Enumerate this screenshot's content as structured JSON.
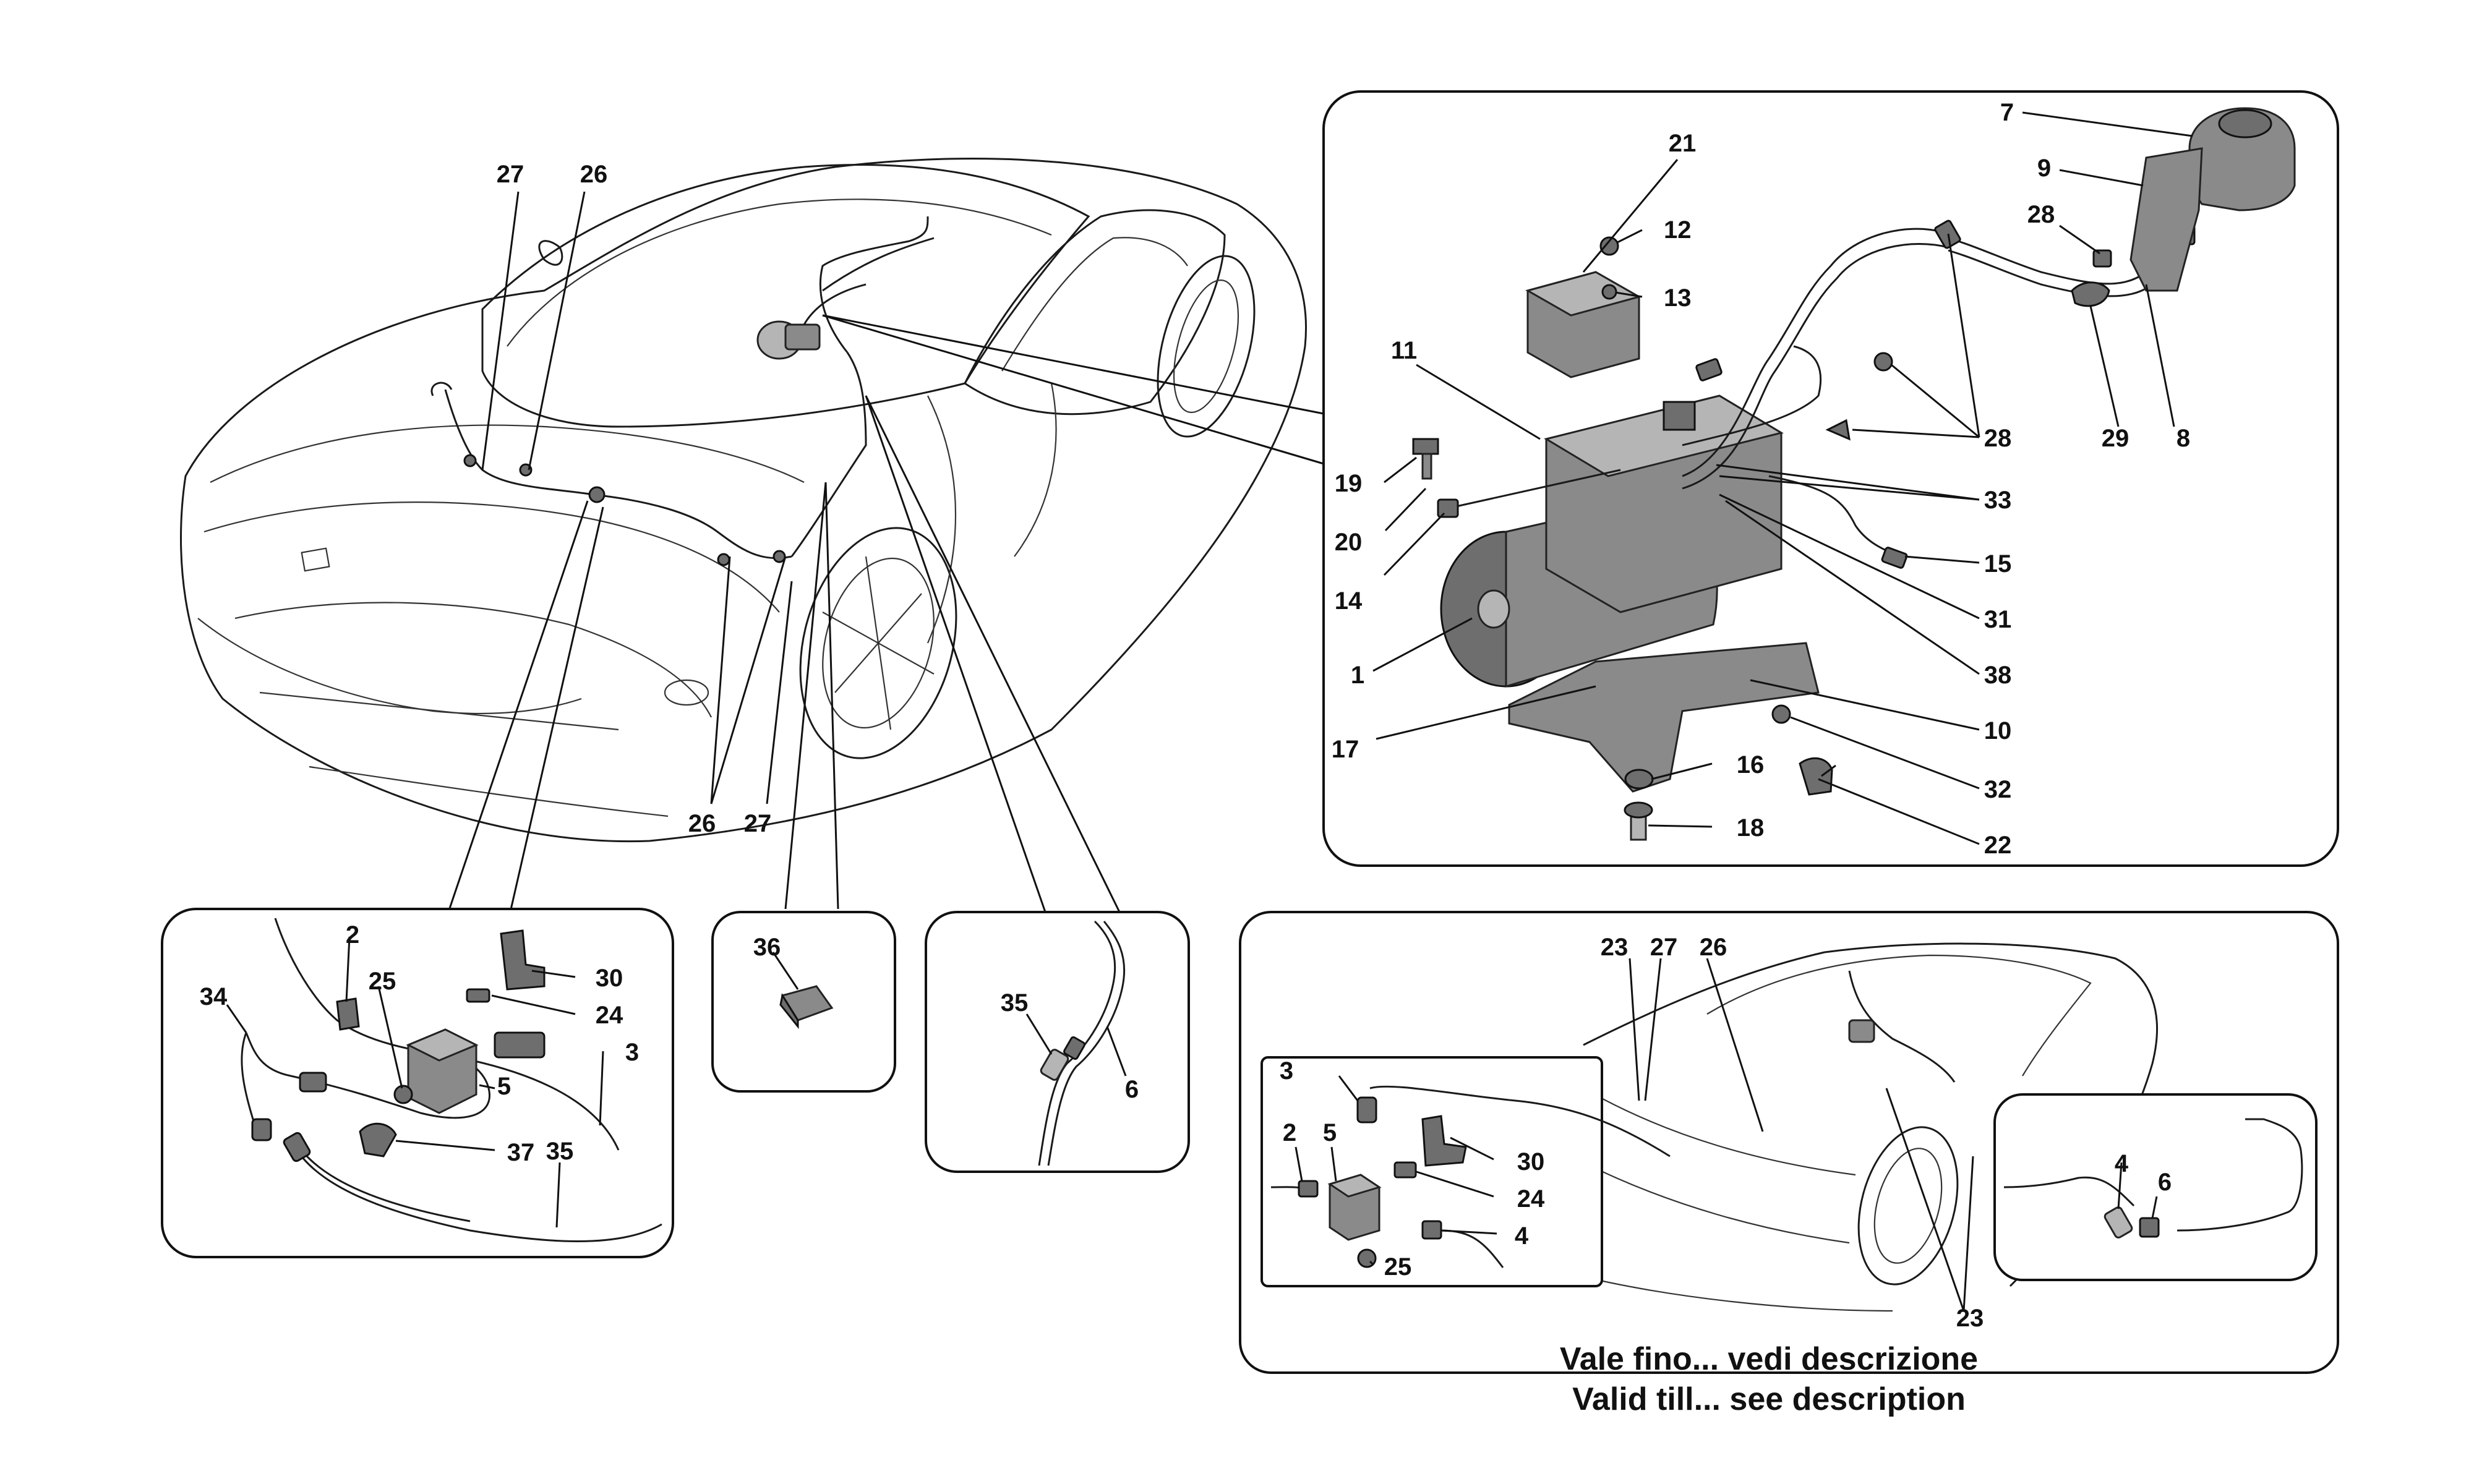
{
  "callouts": {
    "c1": "1",
    "c2": "2",
    "c3": "3",
    "c4": "4",
    "c5": "5",
    "c6": "6",
    "c7": "7",
    "c8": "8",
    "c9": "9",
    "c10": "10",
    "c11": "11",
    "c12": "12",
    "c13": "13",
    "c14": "14",
    "c15": "15",
    "c16": "16",
    "c17": "17",
    "c18": "18",
    "c19": "19",
    "c20": "20",
    "c21": "21",
    "c22": "22",
    "c23": "23",
    "c24": "24",
    "c25": "25",
    "c26": "26",
    "c27": "27",
    "c28": "28",
    "c29": "29",
    "c30": "30",
    "c31": "31",
    "c32": "32",
    "c33": "33",
    "c34": "34",
    "c35": "35",
    "c36": "36",
    "c37": "37",
    "c38": "38"
  },
  "note": {
    "line1": "Vale fino... vedi descrizione",
    "line2": "Valid till... see description"
  }
}
